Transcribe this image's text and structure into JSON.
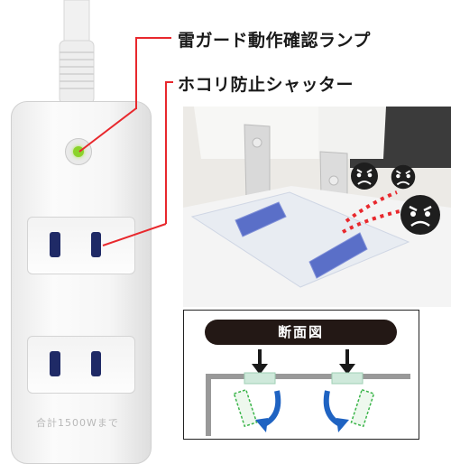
{
  "callouts": {
    "lamp": "雷ガード動作確認ランプ",
    "shutter": "ホコリ防止シャッター"
  },
  "strip": {
    "rating_text": "合計1500Wまで"
  },
  "section": {
    "title": "断面図"
  },
  "colors": {
    "leader_line": "#e8282d",
    "lamp_led": "#8bd32a",
    "shutter_blue": "#5a6fc8",
    "dust_face": "#1e1e1e",
    "arrow_blue": "#1f63c2",
    "title_pill": "#231815"
  },
  "icons": [
    "angry-dust-face-icon",
    "down-arrow-icon",
    "curved-arrow-icon"
  ]
}
